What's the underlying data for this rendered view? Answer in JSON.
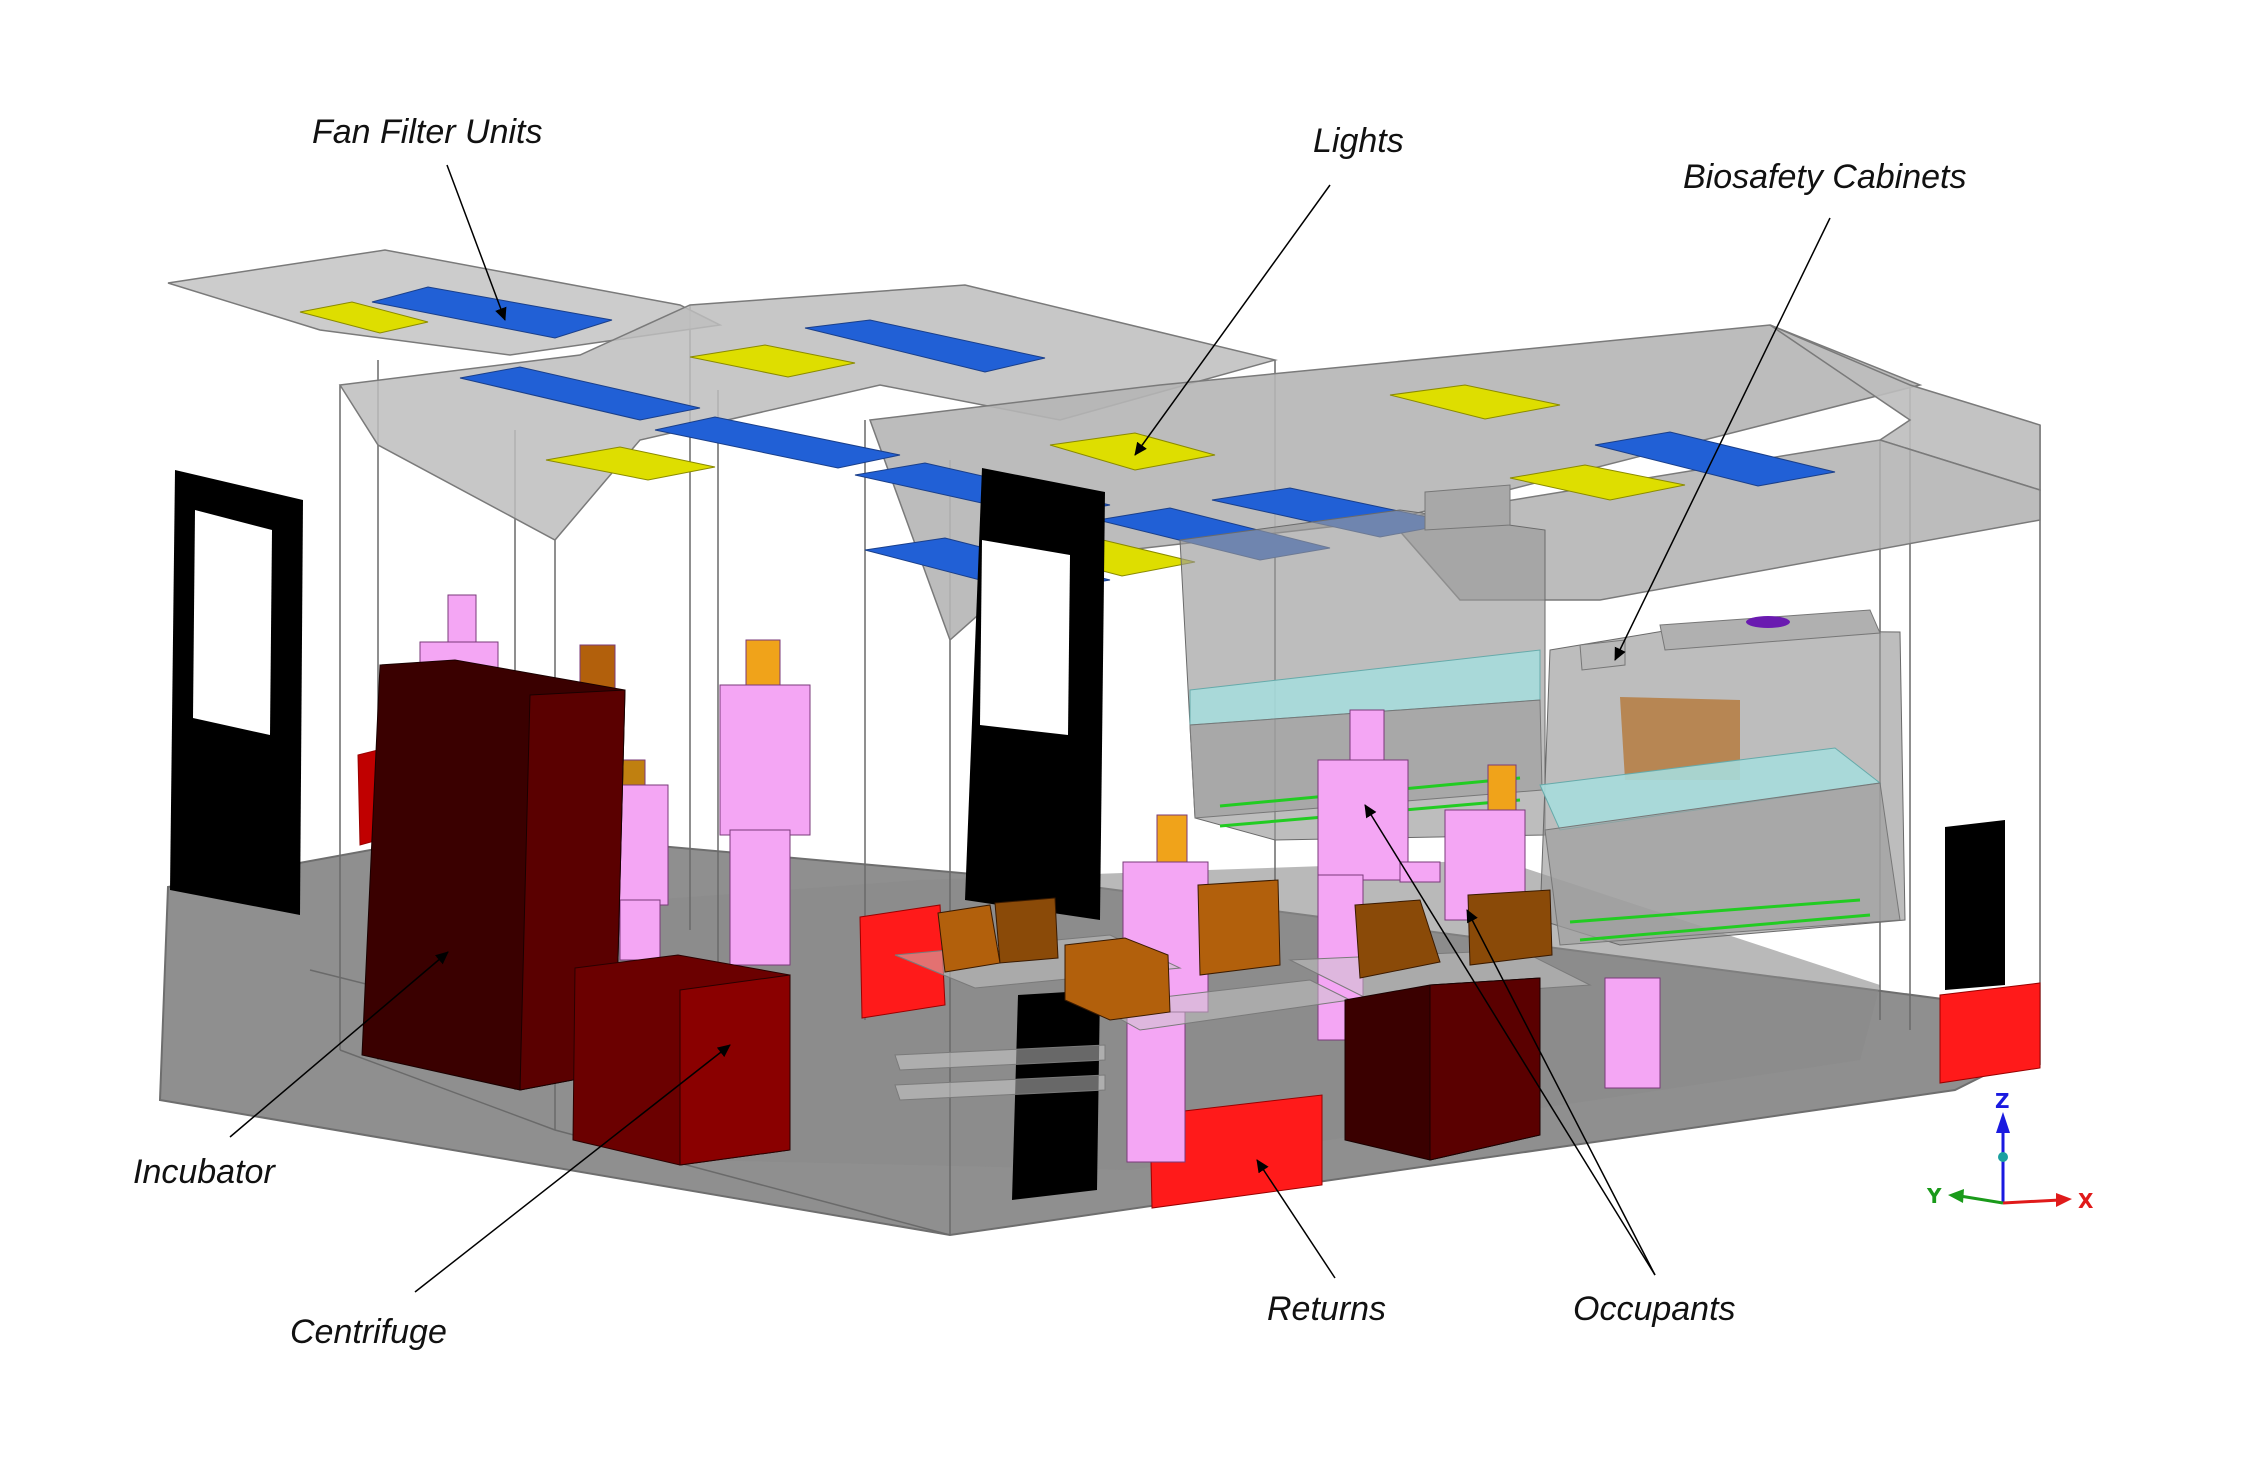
{
  "labels": {
    "fan_filter_units": "Fan Filter Units",
    "lights": "Lights",
    "biosafety_cabinets": "Biosafety Cabinets",
    "incubator": "Incubator",
    "centrifuge": "Centrifuge",
    "returns": "Returns",
    "occupants": "Occupants"
  },
  "axes": {
    "z": "Z",
    "y": "Y",
    "x": "X"
  },
  "colors": {
    "ceiling": "#b9b9b9",
    "floor": "#8f8f8f",
    "fan_filter_unit": "#2160d6",
    "light": "#dede00",
    "incubator": "#3a0000",
    "centrifuge": "#6b0000",
    "return": "#ff1a1a",
    "occupant": "#f4a6f4",
    "occupant_head": "#f0a31a",
    "cabinet": "#9a9a9a",
    "cabinet_sash": "#a6dcdc",
    "box": "#b2600c",
    "door": "#000000",
    "axis_x": "#e01a1a",
    "axis_y": "#1a9a1a",
    "axis_z": "#1a1ae0"
  }
}
